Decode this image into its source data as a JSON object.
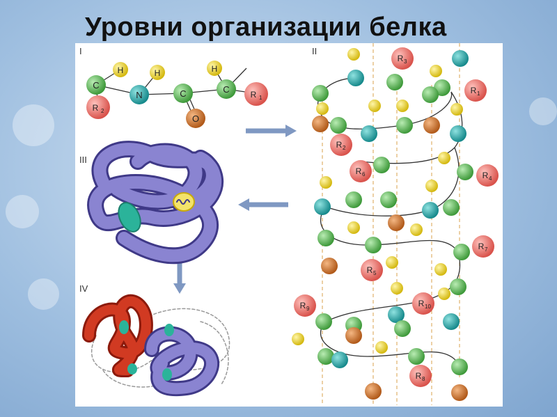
{
  "title": "Уровни организации белка",
  "levels": [
    "I",
    "II",
    "III",
    "IV"
  ],
  "primary": {
    "atoms": {
      "c": "C",
      "h": "H",
      "n": "N",
      "o": "O",
      "r": "R",
      "sub1": "1",
      "sub2": "2"
    }
  },
  "secondary": {
    "radicals": [
      {
        "label": "R",
        "sub": "3"
      },
      {
        "label": "R",
        "sub": "1"
      },
      {
        "label": "R",
        "sub": "2"
      },
      {
        "label": "R",
        "sub": "6"
      },
      {
        "label": "R",
        "sub": "4"
      },
      {
        "label": "R",
        "sub": "7"
      },
      {
        "label": "R",
        "sub": "5"
      },
      {
        "label": "R",
        "sub": "9"
      },
      {
        "label": "R",
        "sub": "10"
      },
      {
        "label": "R",
        "sub": "8"
      }
    ]
  },
  "colors": {
    "carbon": "#5fb85a",
    "hydrogen": "#e8d42a",
    "nitrogen": "#2aa7a9",
    "oxygen": "#d1782e",
    "radical": "#e8706a",
    "arrow": "#7f98c2",
    "protein_blue": "#6f68b4",
    "protein_red": "#d13a22",
    "heme_green": "#2bb39a"
  }
}
